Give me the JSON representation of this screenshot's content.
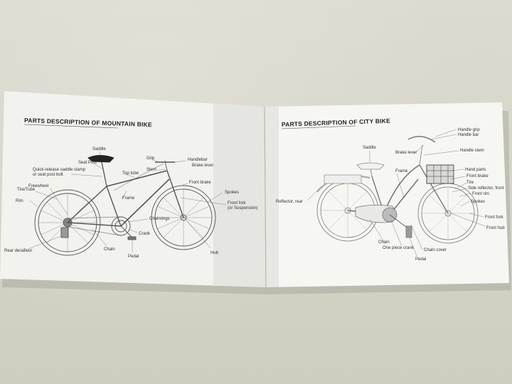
{
  "left_page": {
    "title": "PARTS DESCRIPTION OF MOUNTAIN BIKE",
    "labels": {
      "saddle": "Saddle",
      "grip": "Grip",
      "handlebar": "Handlebar",
      "brake_lever": "Brake lever",
      "stem": "Stem",
      "top_tube": "Top tube",
      "seat_post": "Seat Post",
      "quick_release_1": "Quick-release saddle clamp",
      "quick_release_2": "or seat post bolt",
      "freewheel": "Freewheel",
      "tire_tube": "Tire/Tube",
      "rim": "Rim",
      "frame": "Frame",
      "front_brake": "Front brake",
      "spokes": "Spokes",
      "front_fork_1": "Front fork",
      "front_fork_2": "(or Suspension)",
      "chainrings": "Chainrings",
      "crank": "Crank",
      "chain": "Chain",
      "pedal": "Pedal",
      "hub": "Hub",
      "rear_derailleur": "Rear derailleur"
    }
  },
  "right_page": {
    "title": "PARTS DESCRIPTION OF CITY BIKE",
    "labels": {
      "handle_grip": "Handle grip",
      "handle_bar": "Handle bar",
      "saddle": "Saddle",
      "brake_lever": "Brake lever",
      "handle_stem": "Handle stem",
      "frame": "Frame",
      "hand_parts": "Hand parts",
      "front_brake": "Front brake",
      "tire": "Tire",
      "side_reflector": "Side reflector, front",
      "front_rim": "Front rim",
      "spokes": "Spokes",
      "reflector_rear": "Reflector, rear",
      "front_fork": "Front fork",
      "front_hub": "Front hub",
      "chain": "Chain",
      "one_piece_crank": "One piece crank",
      "chain_cover": "Chain cover",
      "pedal": "Pedal"
    }
  }
}
